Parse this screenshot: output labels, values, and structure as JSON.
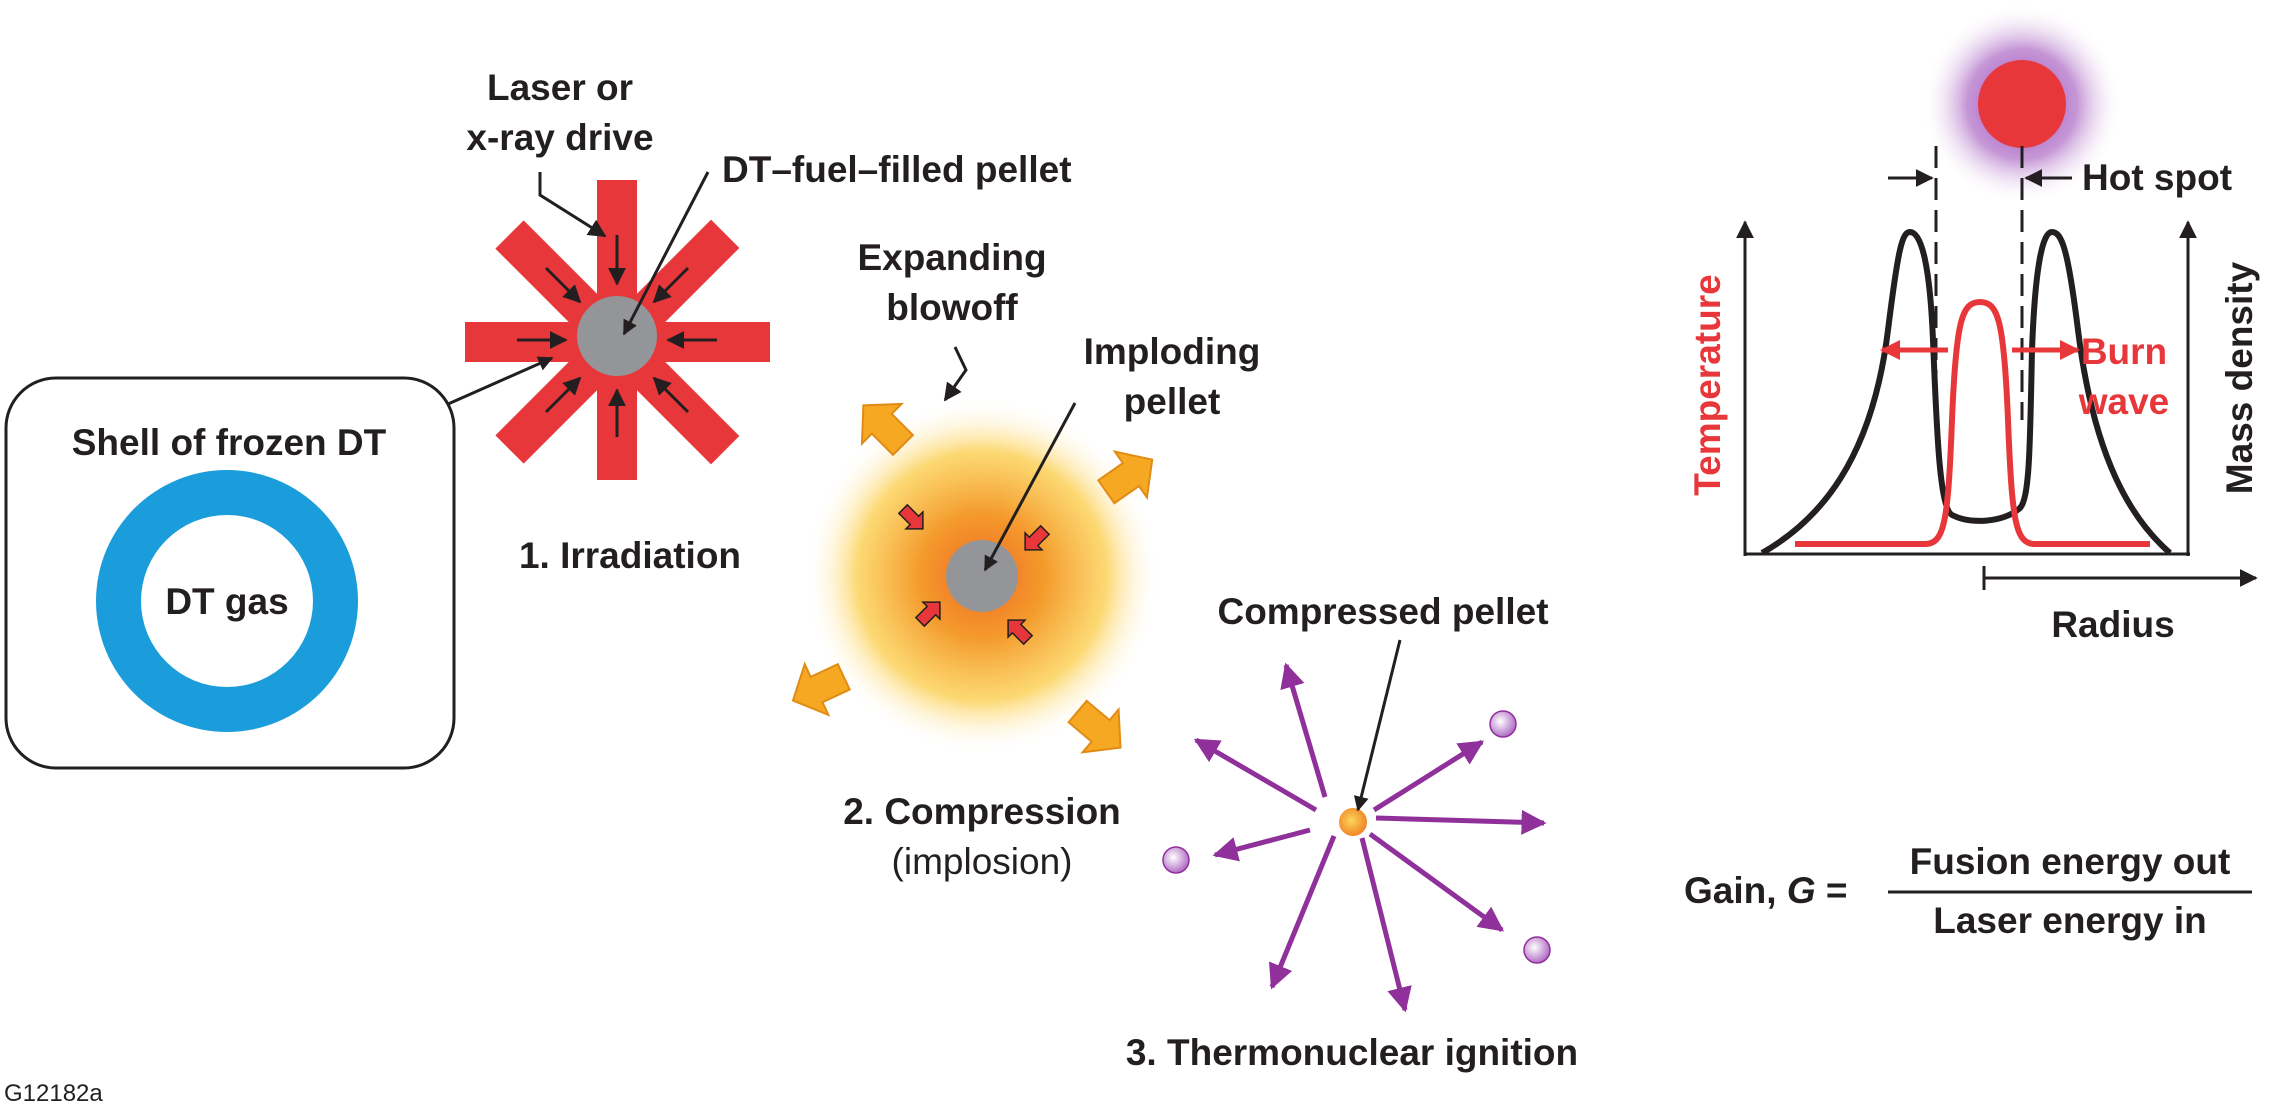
{
  "labels": {
    "laser_line1": "Laser or",
    "laser_line2": "x-ray drive",
    "dt_fuel_pellet": "DT–fuel–filled pellet",
    "shell": "Shell of frozen DT",
    "dt_gas": "DT gas",
    "irradiation": "1. Irradiation",
    "expanding_line1": "Expanding",
    "expanding_line2": "blowoff",
    "imploding_line1": "Imploding",
    "imploding_line2": "pellet",
    "compression_line1": "2. Compression",
    "compression_line2": "(implosion)",
    "compressed_pellet": "Compressed pellet",
    "ignition": "3. Thermonuclear ignition",
    "hot_spot": "Hot spot",
    "temperature": "Temperature",
    "mass_density": "Mass density",
    "burn_line1": "Burn",
    "burn_line2": "wave",
    "radius": "Radius",
    "gain_prefix": "Gain, ",
    "gain_symbol": "G",
    "gain_equals": " =",
    "gain_numerator": "Fusion energy out",
    "gain_denominator": "Laser energy in",
    "figure_id": "G12182a"
  },
  "colors": {
    "laser_red": "#e8373a",
    "shell_blue": "#1b9ddb",
    "pellet_gray": "#939598",
    "blowoff_orange": "#f7a823",
    "particle_purple": "#90309a",
    "text_dark": "#231f20"
  },
  "icons": {
    "laser_beam": "red-beam-bar",
    "pellet": "gray-circle",
    "blowoff": "orange-block-arrow",
    "particle": "purple-arrow",
    "hot_spot": "red-glowing-sphere"
  }
}
